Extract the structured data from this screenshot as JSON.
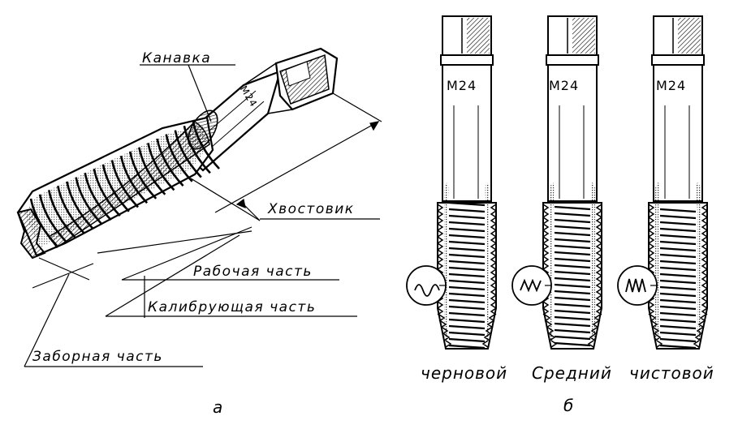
{
  "view_a": {
    "labels": {
      "groove": "Канавка",
      "shank": "Хвостовик",
      "working_part": "Рабочая часть",
      "calibrating_part": "Калибрующая часть",
      "intake_part": "Заборная часть"
    },
    "marking": "M24",
    "caption": "а"
  },
  "view_b": {
    "taps": [
      {
        "marking": "М24",
        "name": "черновой"
      },
      {
        "marking": "М24",
        "name": "Средний"
      },
      {
        "marking": "М24",
        "name": "чистовой"
      }
    ],
    "caption": "б"
  }
}
